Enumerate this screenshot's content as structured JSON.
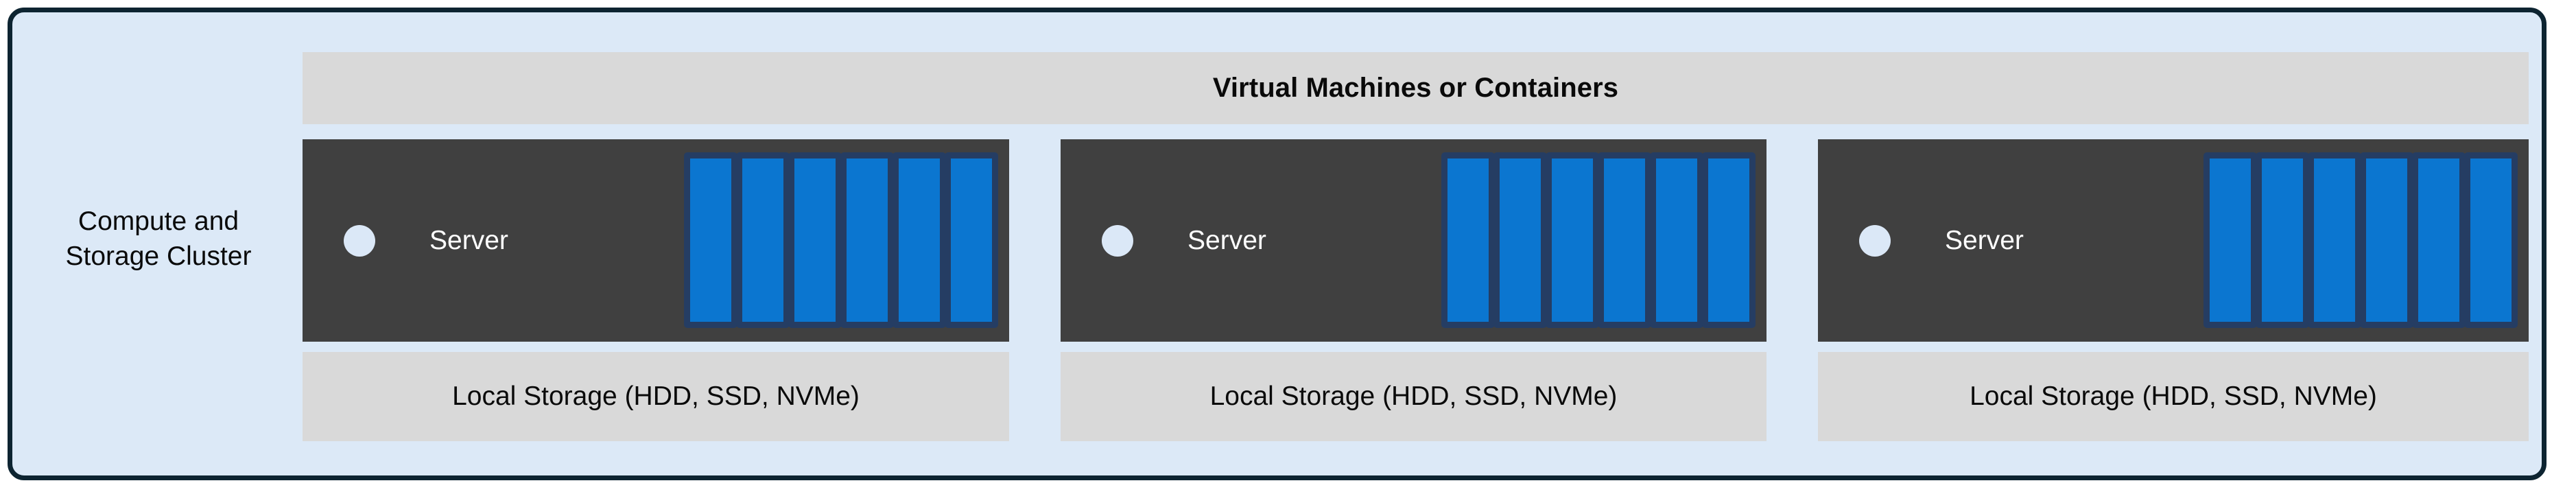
{
  "diagram": {
    "title": "Compute and Storage Cluster",
    "frame": {
      "fill": "#dce9f7",
      "border_color": "#0d2431"
    },
    "side_label": "Compute and\nStorage Cluster",
    "header": {
      "label": "Virtual Machines or Containers",
      "fill": "#d9d9d9"
    },
    "palette": {
      "server_fill": "#404040",
      "disk_fill": "#0b76d0",
      "disk_border": "#253d63",
      "indicator_fill": "#dbe8f7",
      "storage_fill": "#d9d9d9",
      "text_dark": "#0a0a0a",
      "text_light": "#ffffff"
    },
    "columns": [
      {
        "server_label": "Server",
        "indicator": "status-dot",
        "disk_count": 6,
        "storage_label": "Local Storage (HDD, SSD, NVMe)"
      },
      {
        "server_label": "Server",
        "indicator": "status-dot",
        "disk_count": 6,
        "storage_label": "Local Storage (HDD, SSD, NVMe)"
      },
      {
        "server_label": "Server",
        "indicator": "status-dot",
        "disk_count": 6,
        "storage_label": "Local Storage (HDD, SSD, NVMe)"
      }
    ]
  }
}
